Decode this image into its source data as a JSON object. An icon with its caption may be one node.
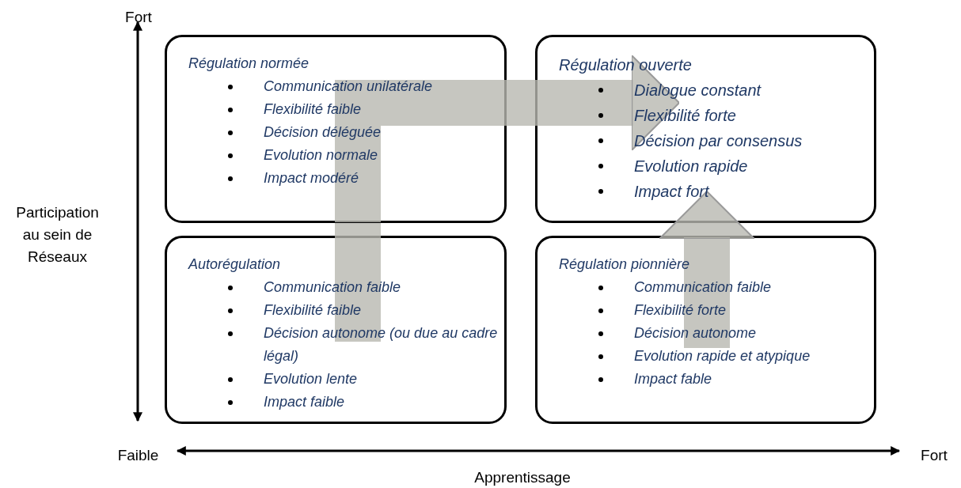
{
  "diagram": {
    "nodes": [
      {
        "text": [
          "Régulation normée",
          "Communication unilatérale",
          "Flexibilité faible",
          "Décision déléguée",
          "Evolution normale",
          "Impact modéré"
        ]
      },
      {
        "text": [
          "Régulation ouverte",
          "Dialogue constant",
          "Flexibilité forte",
          "Décision par consensus",
          "Evolution rapide",
          "Impact fort"
        ]
      },
      {
        "text": [
          "Autorégulation",
          "Communication faible",
          "Flexibilité faible",
          "Décision autonome (ou due au cadre légal)",
          "Evolution lente",
          "Impact faible"
        ]
      },
      {
        "text": [
          "Régulation pionnière",
          "Communication faible",
          "Flexibilité forte",
          "Décision autonome",
          "Evolution rapide et atypique",
          "Impact fable"
        ]
      }
    ],
    "edges": [
      {
        "from": 2,
        "to": 0,
        "arrow": "none"
      },
      {
        "from": 0,
        "to": 1,
        "arrow": "to"
      },
      {
        "from": 3,
        "to": 1,
        "arrow": "to"
      }
    ],
    "labels": [
      "Fort",
      "Participation au sein de Réseaux",
      "Faible",
      "Fort",
      "Apprentissage"
    ]
  }
}
